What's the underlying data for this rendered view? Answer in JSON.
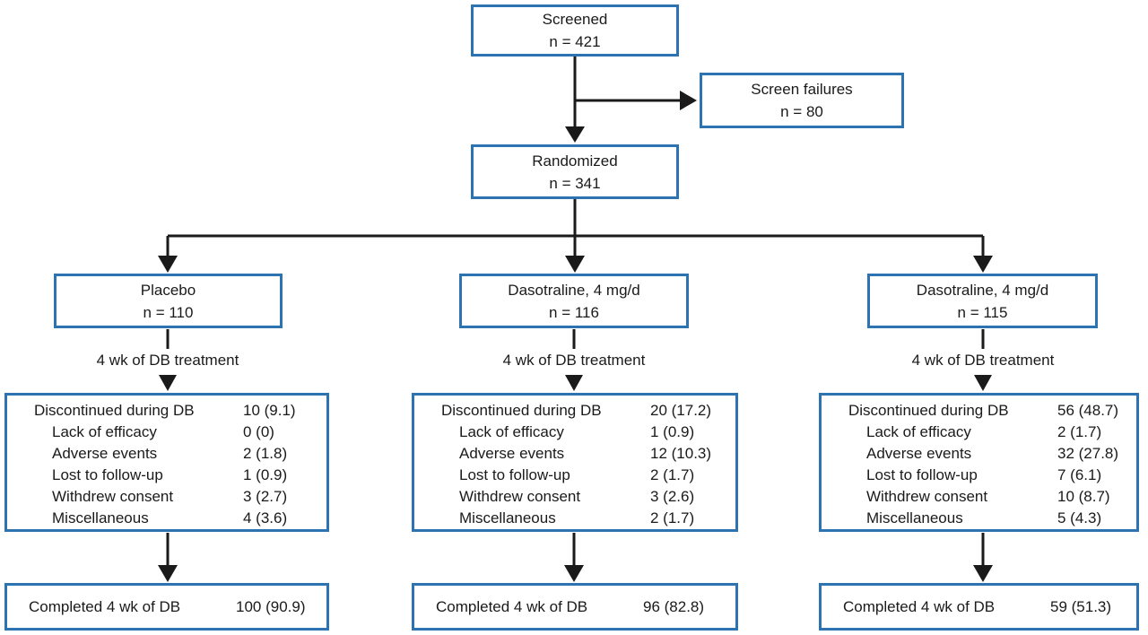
{
  "colors": {
    "box_border": "#2d73b2",
    "connector": "#1a1a1a",
    "text": "#1a1a1a",
    "background": "#ffffff"
  },
  "screened": {
    "title": "Screened",
    "n": "n = 421"
  },
  "screen_failures": {
    "title": "Screen failures",
    "n": "n = 80"
  },
  "randomized": {
    "title": "Randomized",
    "n": "n = 341"
  },
  "arms": [
    {
      "title": "Placebo",
      "n": "n = 110",
      "treatment_label": "4 wk of DB treatment",
      "discontinued": [
        {
          "label": "Discontinued during DB",
          "value": "10 (9.1)"
        },
        {
          "label": "Lack of efficacy",
          "value": "0 (0)"
        },
        {
          "label": "Adverse events",
          "value": "2 (1.8)"
        },
        {
          "label": "Lost to follow-up",
          "value": "1 (0.9)"
        },
        {
          "label": "Withdrew consent",
          "value": "3 (2.7)"
        },
        {
          "label": "Miscellaneous",
          "value": "4 (3.6)"
        }
      ],
      "completed": {
        "label": "Completed 4 wk of DB",
        "value": "100 (90.9)"
      }
    },
    {
      "title": "Dasotraline, 4 mg/d",
      "n": "n = 116",
      "treatment_label": "4 wk of DB treatment",
      "discontinued": [
        {
          "label": "Discontinued during DB",
          "value": "20 (17.2)"
        },
        {
          "label": "Lack of efficacy",
          "value": "1 (0.9)"
        },
        {
          "label": "Adverse events",
          "value": "12 (10.3)"
        },
        {
          "label": "Lost to follow-up",
          "value": "2 (1.7)"
        },
        {
          "label": "Withdrew consent",
          "value": "3 (2.6)"
        },
        {
          "label": "Miscellaneous",
          "value": "2 (1.7)"
        }
      ],
      "completed": {
        "label": "Completed 4 wk of DB",
        "value": "96 (82.8)"
      }
    },
    {
      "title": "Dasotraline, 4 mg/d",
      "n": "n = 115",
      "treatment_label": "4 wk of DB treatment",
      "discontinued": [
        {
          "label": "Discontinued during DB",
          "value": "56 (48.7)"
        },
        {
          "label": "Lack of efficacy",
          "value": "2 (1.7)"
        },
        {
          "label": "Adverse events",
          "value": "32 (27.8)"
        },
        {
          "label": "Lost to follow-up",
          "value": "7 (6.1)"
        },
        {
          "label": "Withdrew consent",
          "value": "10 (8.7)"
        },
        {
          "label": "Miscellaneous",
          "value": "5 (4.3)"
        }
      ],
      "completed": {
        "label": "Completed 4 wk of DB",
        "value": "59 (51.3)"
      }
    }
  ]
}
